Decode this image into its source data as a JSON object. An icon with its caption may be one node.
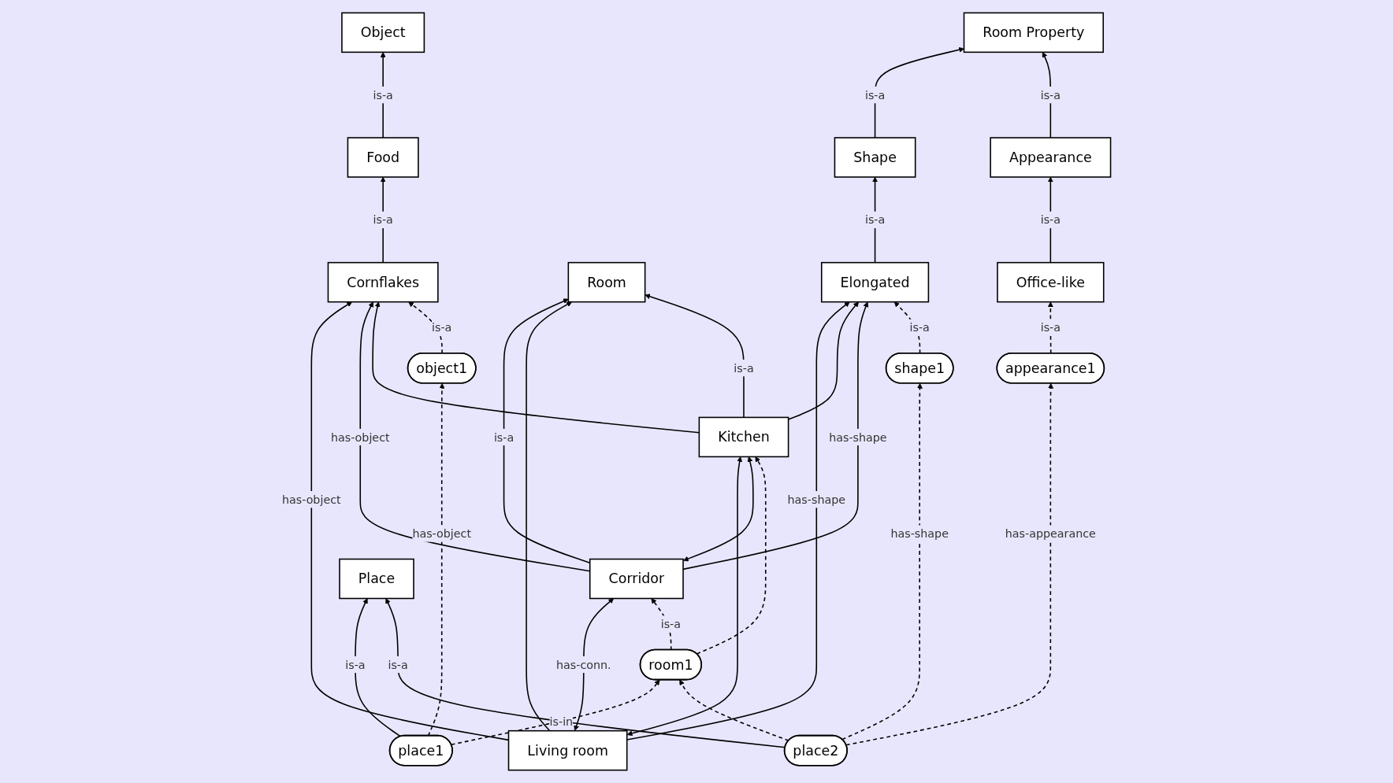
{
  "diagram": {
    "nodes": [
      {
        "text": [
          "Object"
        ]
      },
      {
        "text": [
          "Room"
        ]
      },
      {
        "text": [
          "Room Property"
        ]
      },
      {
        "text": [
          "Food"
        ]
      },
      {
        "text": [
          "Living room"
        ]
      },
      {
        "text": [
          "Shape"
        ]
      },
      {
        "text": [
          "Appearance"
        ]
      },
      {
        "text": [
          "Corridor"
        ]
      },
      {
        "text": [
          "Kitchen"
        ]
      },
      {
        "text": [
          "Cornflakes"
        ]
      },
      {
        "text": [
          "Elongated"
        ]
      },
      {
        "text": [
          "Office-like"
        ]
      },
      {
        "text": [
          "room1"
        ]
      },
      {
        "text": [
          "object1"
        ]
      },
      {
        "text": [
          "shape1"
        ]
      },
      {
        "text": [
          "appearance1"
        ]
      },
      {
        "text": [
          "place1"
        ]
      },
      {
        "text": [
          "Place"
        ]
      },
      {
        "text": [
          "place2"
        ]
      }
    ],
    "edges": [
      {
        "from": 3,
        "to": 0,
        "arrow": "to",
        "label": "is-a"
      },
      {
        "from": 9,
        "to": 3,
        "arrow": "to",
        "label": "is-a"
      },
      {
        "from": 7,
        "to": 1,
        "arrow": "to",
        "label": "is-a"
      },
      {
        "from": 4,
        "to": 1,
        "arrow": "to"
      },
      {
        "from": 8,
        "to": 1,
        "arrow": "to",
        "label": "is-a"
      },
      {
        "from": 5,
        "to": 2,
        "arrow": "to",
        "label": "is-a"
      },
      {
        "from": 6,
        "to": 2,
        "arrow": "to",
        "label": "is-a"
      },
      {
        "from": 10,
        "to": 5,
        "arrow": "to",
        "label": "is-a"
      },
      {
        "from": 11,
        "to": 6,
        "arrow": "to",
        "label": "is-a"
      },
      {
        "from": 4,
        "to": 9,
        "arrow": "to",
        "label": "has-object"
      },
      {
        "from": 4,
        "to": 10,
        "arrow": "to",
        "label": "has-shape"
      },
      {
        "from": 4,
        "to": 7,
        "arrow": "both",
        "label": "has-conn."
      },
      {
        "from": 4,
        "to": 8,
        "arrow": "both"
      },
      {
        "from": 7,
        "to": 8,
        "arrow": "both"
      },
      {
        "from": 7,
        "to": 9,
        "arrow": "to",
        "label": "has-object"
      },
      {
        "from": 8,
        "to": 9,
        "arrow": "to"
      },
      {
        "from": 8,
        "to": 10,
        "arrow": "to"
      },
      {
        "from": 7,
        "to": 10,
        "arrow": "to",
        "label": "has-shape"
      },
      {
        "from": 12,
        "to": 7,
        "arrow": "to",
        "style": "dashed",
        "label": "is-a"
      },
      {
        "from": 12,
        "to": 8,
        "arrow": "to",
        "style": "dashed"
      },
      {
        "from": 13,
        "to": 9,
        "arrow": "to",
        "style": "dashed",
        "label": "is-a"
      },
      {
        "from": 14,
        "to": 10,
        "arrow": "to",
        "style": "dashed",
        "label": "is-a"
      },
      {
        "from": 15,
        "to": 11,
        "arrow": "to",
        "style": "dashed",
        "label": "is-a"
      },
      {
        "from": 16,
        "to": 13,
        "arrow": "to",
        "style": "dashed",
        "label": "has-object"
      },
      {
        "from": 16,
        "to": 12,
        "arrow": "to",
        "style": "dashed",
        "label": "is-in"
      },
      {
        "from": 18,
        "to": 12,
        "arrow": "to",
        "style": "dashed"
      },
      {
        "from": 16,
        "to": 17,
        "arrow": "to",
        "label": "is-a"
      },
      {
        "from": 18,
        "to": 17,
        "arrow": "to",
        "label": "is-a"
      },
      {
        "from": 18,
        "to": 14,
        "arrow": "to",
        "style": "dashed",
        "label": "has-shape"
      },
      {
        "from": 18,
        "to": 15,
        "arrow": "to",
        "style": "dashed",
        "label": "has-appearance"
      }
    ]
  }
}
